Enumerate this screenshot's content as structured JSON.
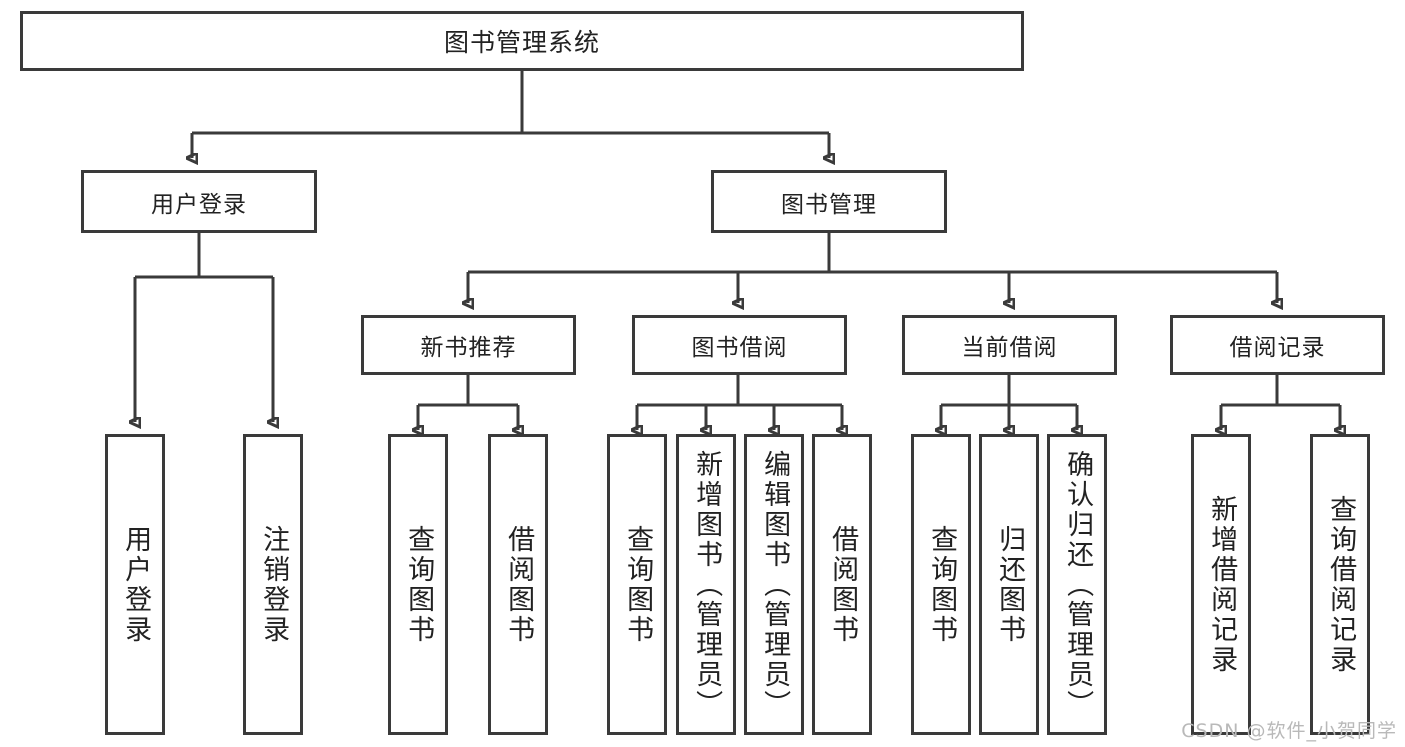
{
  "diagram": {
    "title": "图书管理系统",
    "type": "tree-hierarchy-diagram",
    "watermark": "CSDN @软件_小贺同学",
    "colors": {
      "stroke": "#3a3a3a",
      "box_fill": "#ffffff",
      "text": "#222222",
      "watermark": "#b9b9b9",
      "background": "#ffffff"
    },
    "nodes": {
      "root": {
        "label": "图书管理系统"
      },
      "level2": [
        {
          "id": "user-login",
          "label": "用户登录"
        },
        {
          "id": "book-management",
          "label": "图书管理"
        }
      ],
      "level3": [
        {
          "id": "new-book-recommend",
          "label": "新书推荐"
        },
        {
          "id": "book-borrow",
          "label": "图书借阅"
        },
        {
          "id": "current-borrow",
          "label": "当前借阅"
        },
        {
          "id": "borrow-record",
          "label": "借阅记录"
        }
      ],
      "leaves": {
        "user-login": [
          {
            "id": "leaf-user-login",
            "label": "用户登录"
          },
          {
            "id": "leaf-logout-login",
            "label": "注销登录"
          }
        ],
        "new-book-recommend": [
          {
            "id": "leaf-query-book-1",
            "label": "查询图书"
          },
          {
            "id": "leaf-borrow-book-1",
            "label": "借阅图书"
          }
        ],
        "book-borrow": [
          {
            "id": "leaf-query-book-2",
            "label": "查询图书"
          },
          {
            "id": "leaf-add-book-admin",
            "label": "新增图书（管理员）"
          },
          {
            "id": "leaf-edit-book-admin",
            "label": "编辑图书（管理员）"
          },
          {
            "id": "leaf-borrow-book-2",
            "label": "借阅图书"
          }
        ],
        "current-borrow": [
          {
            "id": "leaf-query-book-3",
            "label": "查询图书"
          },
          {
            "id": "leaf-return-book",
            "label": "归还图书"
          },
          {
            "id": "leaf-confirm-return-admin",
            "label": "确认归还（管理员）"
          }
        ],
        "borrow-record": [
          {
            "id": "leaf-add-borrow-record",
            "label": "新增借阅记录"
          },
          {
            "id": "leaf-query-borrow-record",
            "label": "查询借阅记录"
          }
        ]
      }
    }
  }
}
